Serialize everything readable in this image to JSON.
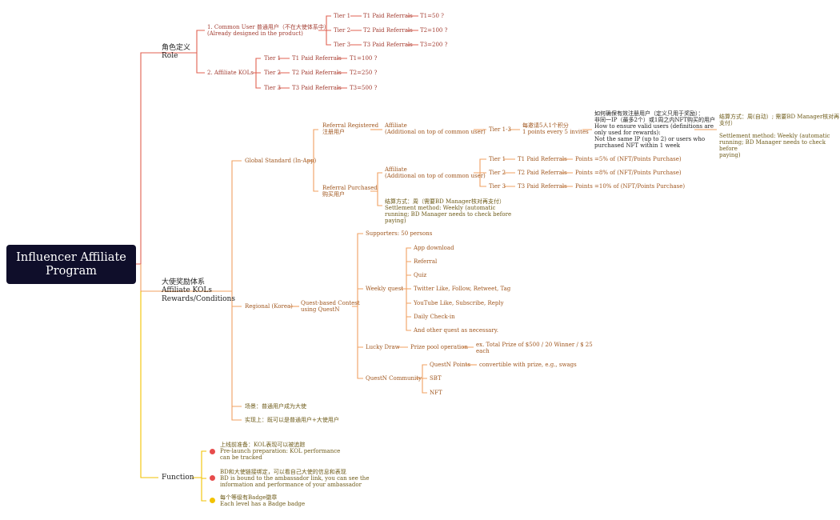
{
  "root": "Influencer Affiliate\nProgram",
  "role": {
    "label": "角色定义\nRole",
    "common": {
      "label": "1. Common User 普通用户（不在大使体系中）\n(Already designed in the product)",
      "tiers": [
        {
          "tier": "Tier 1",
          "referrals": "T1 Paid Referrals",
          "value": "T1=50 ?"
        },
        {
          "tier": "Tier 2",
          "referrals": "T2 Paid Referrals",
          "value": "T2=100 ?"
        },
        {
          "tier": "Tier 3",
          "referrals": "T3 Paid Referrals",
          "value": "T3=200 ?"
        }
      ]
    },
    "kol": {
      "label": "2. Affiliate KOLs",
      "tiers": [
        {
          "tier": "Tier 1",
          "referrals": "T1 Paid Referrals",
          "value": "T1=100 ?"
        },
        {
          "tier": "Tier 2",
          "referrals": "T2 Paid Referrals",
          "value": "T2=250 ?"
        },
        {
          "tier": "Tier 3",
          "referrals": "T3 Paid Referrals",
          "value": "T3=500 ?"
        }
      ]
    }
  },
  "rewards": {
    "label": "大使奖励体系\nAffiliate KOLs\nRewards/Conditions",
    "global": {
      "label": "Global Standard (In-App)",
      "registered": {
        "label": "Referral Registered\n注册用户",
        "affiliate": "Affiliate\n(Additional on top of common user)",
        "tier": "Tier 1-3",
        "points": "每邀请5人1个积分\n1 points every 5 invites",
        "rule": "如何确保有效注册用户（定义只用于奖励）：\n非同一IP（最多2个）或1周之内NFT购买的用户\nHow to ensure valid users (definitions are\nonly used for rewards):\nNot the same IP (up to 2) or users who\npurchased NFT within 1 week",
        "settlement": "结算方式：周(自动）; 需要BD Manager核对再\n支付）\n\nSettlement method: Weekly (automatic\nrunning; BD Manager needs to check before\npaying)"
      },
      "purchased": {
        "label": "Referral Purchased\n购买用户",
        "affiliate": "Affiliate\n(Additional on top of common user)",
        "tiers": [
          {
            "tier": "Tier 1",
            "referrals": "T1 Paid Referrals",
            "value": "Points =5% of (NFT/Points Purchase)"
          },
          {
            "tier": "Tier 2",
            "referrals": "T2 Paid Referrals",
            "value": "Points =8% of (NFT/Points Purchase)"
          },
          {
            "tier": "Tier 3",
            "referrals": "T3 Paid Referrals",
            "value": "Points =10% of (NFT/Points Purchase)"
          }
        ],
        "settlement": "结算方式：周（需要BD Manager核对再支付）\nSettlement method: Weekly (automatic\nrunning; BD Manager needs to check before\npaying)"
      }
    },
    "regional": {
      "label": "Regional (Korea)",
      "contest": "Quest-based Contest\nusing QuestN",
      "supporters": "Supporters: 50 persons",
      "weekly": {
        "label": "Weekly quest",
        "items": [
          "App download",
          "Referral",
          "Quiz",
          "Twitter Like, Follow, Retweet, Tag",
          "YouTube Like, Subscribe, Reply",
          "Daily Check-in",
          "And other quest as necessary."
        ]
      },
      "lucky": {
        "label": "Lucky Draw",
        "pool": "Prize pool operation",
        "prize": "ex. Total Prize of $500 / 20 Winner / $ 25\neach"
      },
      "community": {
        "label": "QuestN Community",
        "points": "QuestN Points",
        "convert": "convertible with prize, e.g., swags",
        "sbt": "SBT",
        "nft": "NFT"
      }
    },
    "scene": "场景：普通用户成为大使",
    "impl": "实现上：既可以是普通用户+大使用户"
  },
  "function": {
    "label": "Function",
    "items": [
      {
        "text": "上线前准备：KOL表现可以被追踪\nPre-launch preparation: KOL performance\ncan be tracked",
        "color": "#e74c4c"
      },
      {
        "text": "BD和大使链接绑定，可以看自己大使的信息和表现\nBD is bound to the ambassador link, you can see the\ninformation and performance of your ambassador",
        "color": "#e74c4c"
      },
      {
        "text": "每个等级有Badge徽章\nEach level has a Badge badge",
        "color": "#f2c200"
      }
    ]
  },
  "colors": {
    "red": "#e06050",
    "orange": "#f0a060",
    "yellow": "#f2c200",
    "root_bg": "#0f0e2a"
  }
}
